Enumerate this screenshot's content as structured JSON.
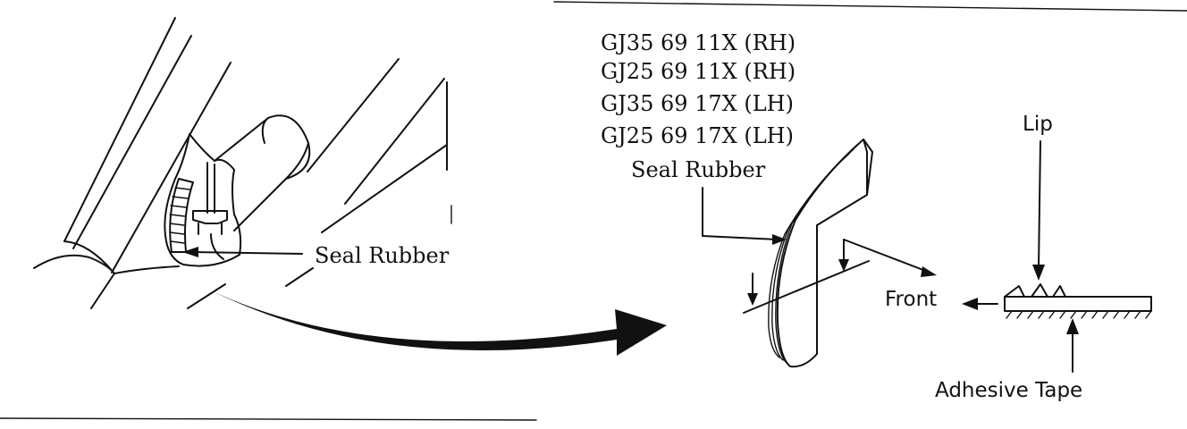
{
  "left_view": {
    "seal_label": "Seal Rubber"
  },
  "right_view": {
    "part_numbers": [
      "GJ35 69 11X (RH)",
      "GJ25 69 11X (RH)",
      "GJ35 69 17X (LH)",
      "GJ25 69 17X (LH)"
    ],
    "seal_label": "Seal Rubber"
  },
  "cross_section": {
    "lip_label": "Lip",
    "front_label": "Front",
    "tape_label": "Adhesive Tape"
  }
}
